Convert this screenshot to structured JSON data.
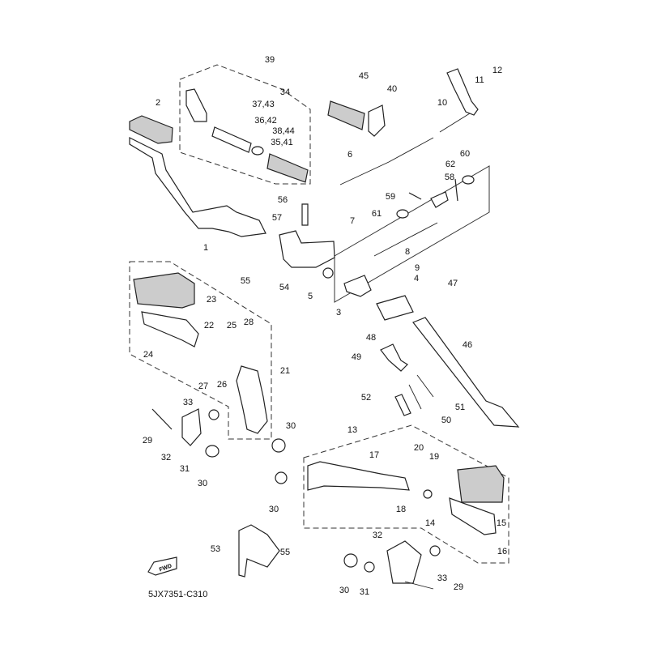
{
  "diagram": {
    "part_code": "5JX7351-C310",
    "direction_badge": "FWD",
    "callouts": [
      "39",
      "34",
      "37,43",
      "36,42",
      "38,44",
      "35,41",
      "2",
      "1",
      "45",
      "40",
      "12",
      "11",
      "10",
      "6",
      "60",
      "62",
      "58",
      "59",
      "61",
      "56",
      "57",
      "7",
      "8",
      "9",
      "4",
      "55",
      "54",
      "5",
      "3",
      "47",
      "23",
      "22",
      "25",
      "28",
      "24",
      "21",
      "27",
      "26",
      "48",
      "49",
      "46",
      "52",
      "51",
      "50",
      "33",
      "29",
      "32",
      "31",
      "30",
      "30",
      "13",
      "17",
      "20",
      "19",
      "30",
      "18",
      "14",
      "15",
      "16",
      "32",
      "53",
      "55",
      "33",
      "29",
      "30",
      "31"
    ]
  }
}
